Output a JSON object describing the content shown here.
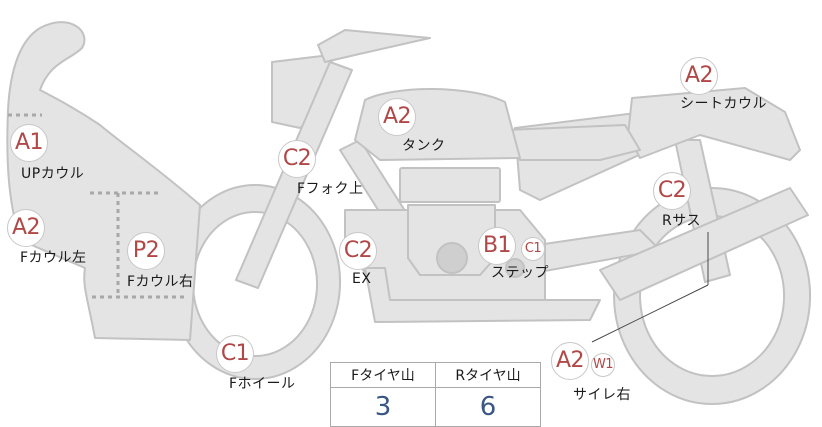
{
  "parts": {
    "up_cowl": {
      "grade": "A1",
      "label": "UPカウル"
    },
    "f_cowl_left": {
      "grade": "A2",
      "label": "Fカウル左"
    },
    "f_cowl_right": {
      "grade": "P2",
      "label": "Fカウル右"
    },
    "f_fork_upper": {
      "grade": "C2",
      "label": "Fフォク上"
    },
    "tank": {
      "grade": "A2",
      "label": "タンク"
    },
    "exhaust": {
      "grade": "C2",
      "label": "EX"
    },
    "step": {
      "grade": "B1",
      "sub_grade": "C1",
      "label": "ステップ"
    },
    "seat_cowl": {
      "grade": "A2",
      "label": "シートカウル"
    },
    "r_suspension": {
      "grade": "C2",
      "label": "Rサス"
    },
    "f_wheel": {
      "grade": "C1",
      "label": "Fホイール"
    },
    "silencer_right": {
      "grade": "A2",
      "sub_grade": "W1",
      "label": "サイレ右"
    }
  },
  "tread": {
    "front_header": "Fタイヤ山",
    "rear_header": "Rタイヤ山",
    "front_value": "3",
    "rear_value": "6"
  },
  "colors": {
    "body_fill": "#e4e4e4",
    "outline": "#c2c2c2",
    "grade_text": "#b04848",
    "tread_value": "#3a5685"
  }
}
